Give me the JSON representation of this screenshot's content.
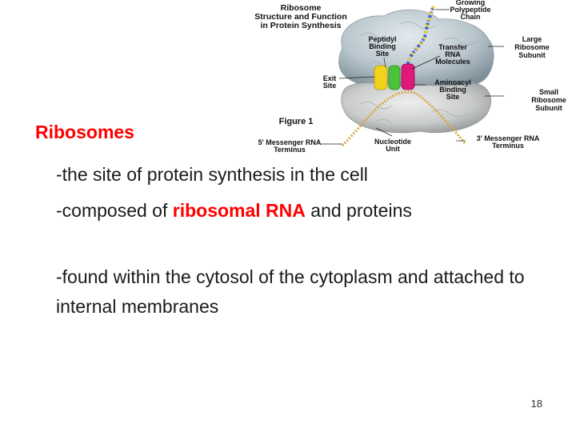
{
  "figure": {
    "title_lines": [
      "Ribosome",
      "Structure and Function",
      "in Protein Synthesis"
    ],
    "labels": {
      "growing_chain": [
        "Growing",
        "Polypeptide",
        "Chain"
      ],
      "large_subunit": [
        "Large",
        "Ribosome",
        "Subunit"
      ],
      "peptidyl_site": [
        "Peptidyl",
        "Binding",
        "Site"
      ],
      "transfer_rna": [
        "Transfer",
        "RNA",
        "Molecules"
      ],
      "exit_site": [
        "Exit",
        "Site"
      ],
      "aminoacyl_site": [
        "Aminoacyl",
        "Binding",
        "Site"
      ],
      "small_subunit": [
        "Small",
        "Ribosome",
        "Subunit"
      ],
      "mrna_5": [
        "5' Messenger RNA",
        "Terminus"
      ],
      "nucleotide_unit": [
        "Nucleotide",
        "Unit"
      ],
      "mrna_3": [
        "3' Messenger RNA",
        "Terminus"
      ]
    },
    "caption": "Figure 1",
    "colors": {
      "large_subunit": "#b9c6cd",
      "small_subunit": "#c9cbcc",
      "trna_yellow": "#f2d21a",
      "trna_green": "#4cc23a",
      "trna_magenta": "#e0187a",
      "mrna": "#d9a53a",
      "chain": "#3c5bd6"
    }
  },
  "heading": "Ribosomes",
  "bullets": {
    "b1": "-the site of protein synthesis in the cell",
    "b2_before": "-composed of ",
    "b2_accent": "ribosomal RNA",
    "b2_after": " and proteins",
    "b3": "-found within the cytosol of the cytoplasm and attached to internal membranes"
  },
  "page_number": "18",
  "colors": {
    "heading": "#ff0000",
    "accent": "#ff0000",
    "body_text": "#1a1a1a"
  }
}
